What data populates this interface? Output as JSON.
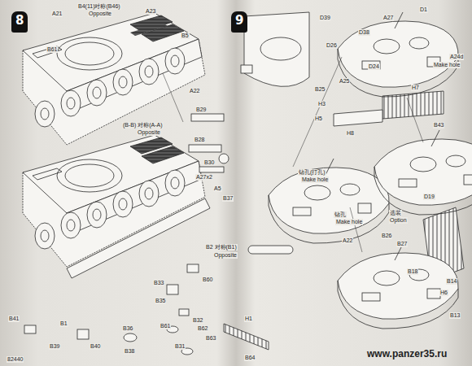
{
  "diagram": {
    "nodes": [
      {
        "text": [
          "8"
        ]
      },
      {
        "text": [
          "9"
        ]
      }
    ],
    "labels": [
      "A21",
      "B4(11)对称(B46)",
      "Opposite",
      "A23",
      "B5",
      "B61",
      "A22",
      "(B-B) 对称(A-A)",
      "Opposite",
      "B29",
      "B28",
      "A27x2",
      "B37",
      "B30",
      "A5",
      "B2 对称(B1)",
      "Opposite",
      "B60",
      "B33",
      "B35",
      "B32",
      "B61",
      "B62",
      "B31",
      "B63",
      "B41",
      "B1",
      "B39",
      "B40",
      "B36",
      "B38",
      "82440",
      "H1",
      "B64",
      "D39",
      "D26",
      "A25",
      "D38",
      "D24",
      "A27",
      "D1",
      "A24d",
      "Make hole",
      "B25",
      "H7",
      "H3",
      "H5",
      "H8",
      "B43",
      "钻孔(打孔)",
      "Make hole",
      "钻孔",
      "Make hole",
      "选装",
      "Option",
      "B26",
      "B27",
      "A22",
      "D19",
      "B14",
      "B18",
      "B13",
      "H6",
      "www.panzer35.ru"
    ]
  }
}
